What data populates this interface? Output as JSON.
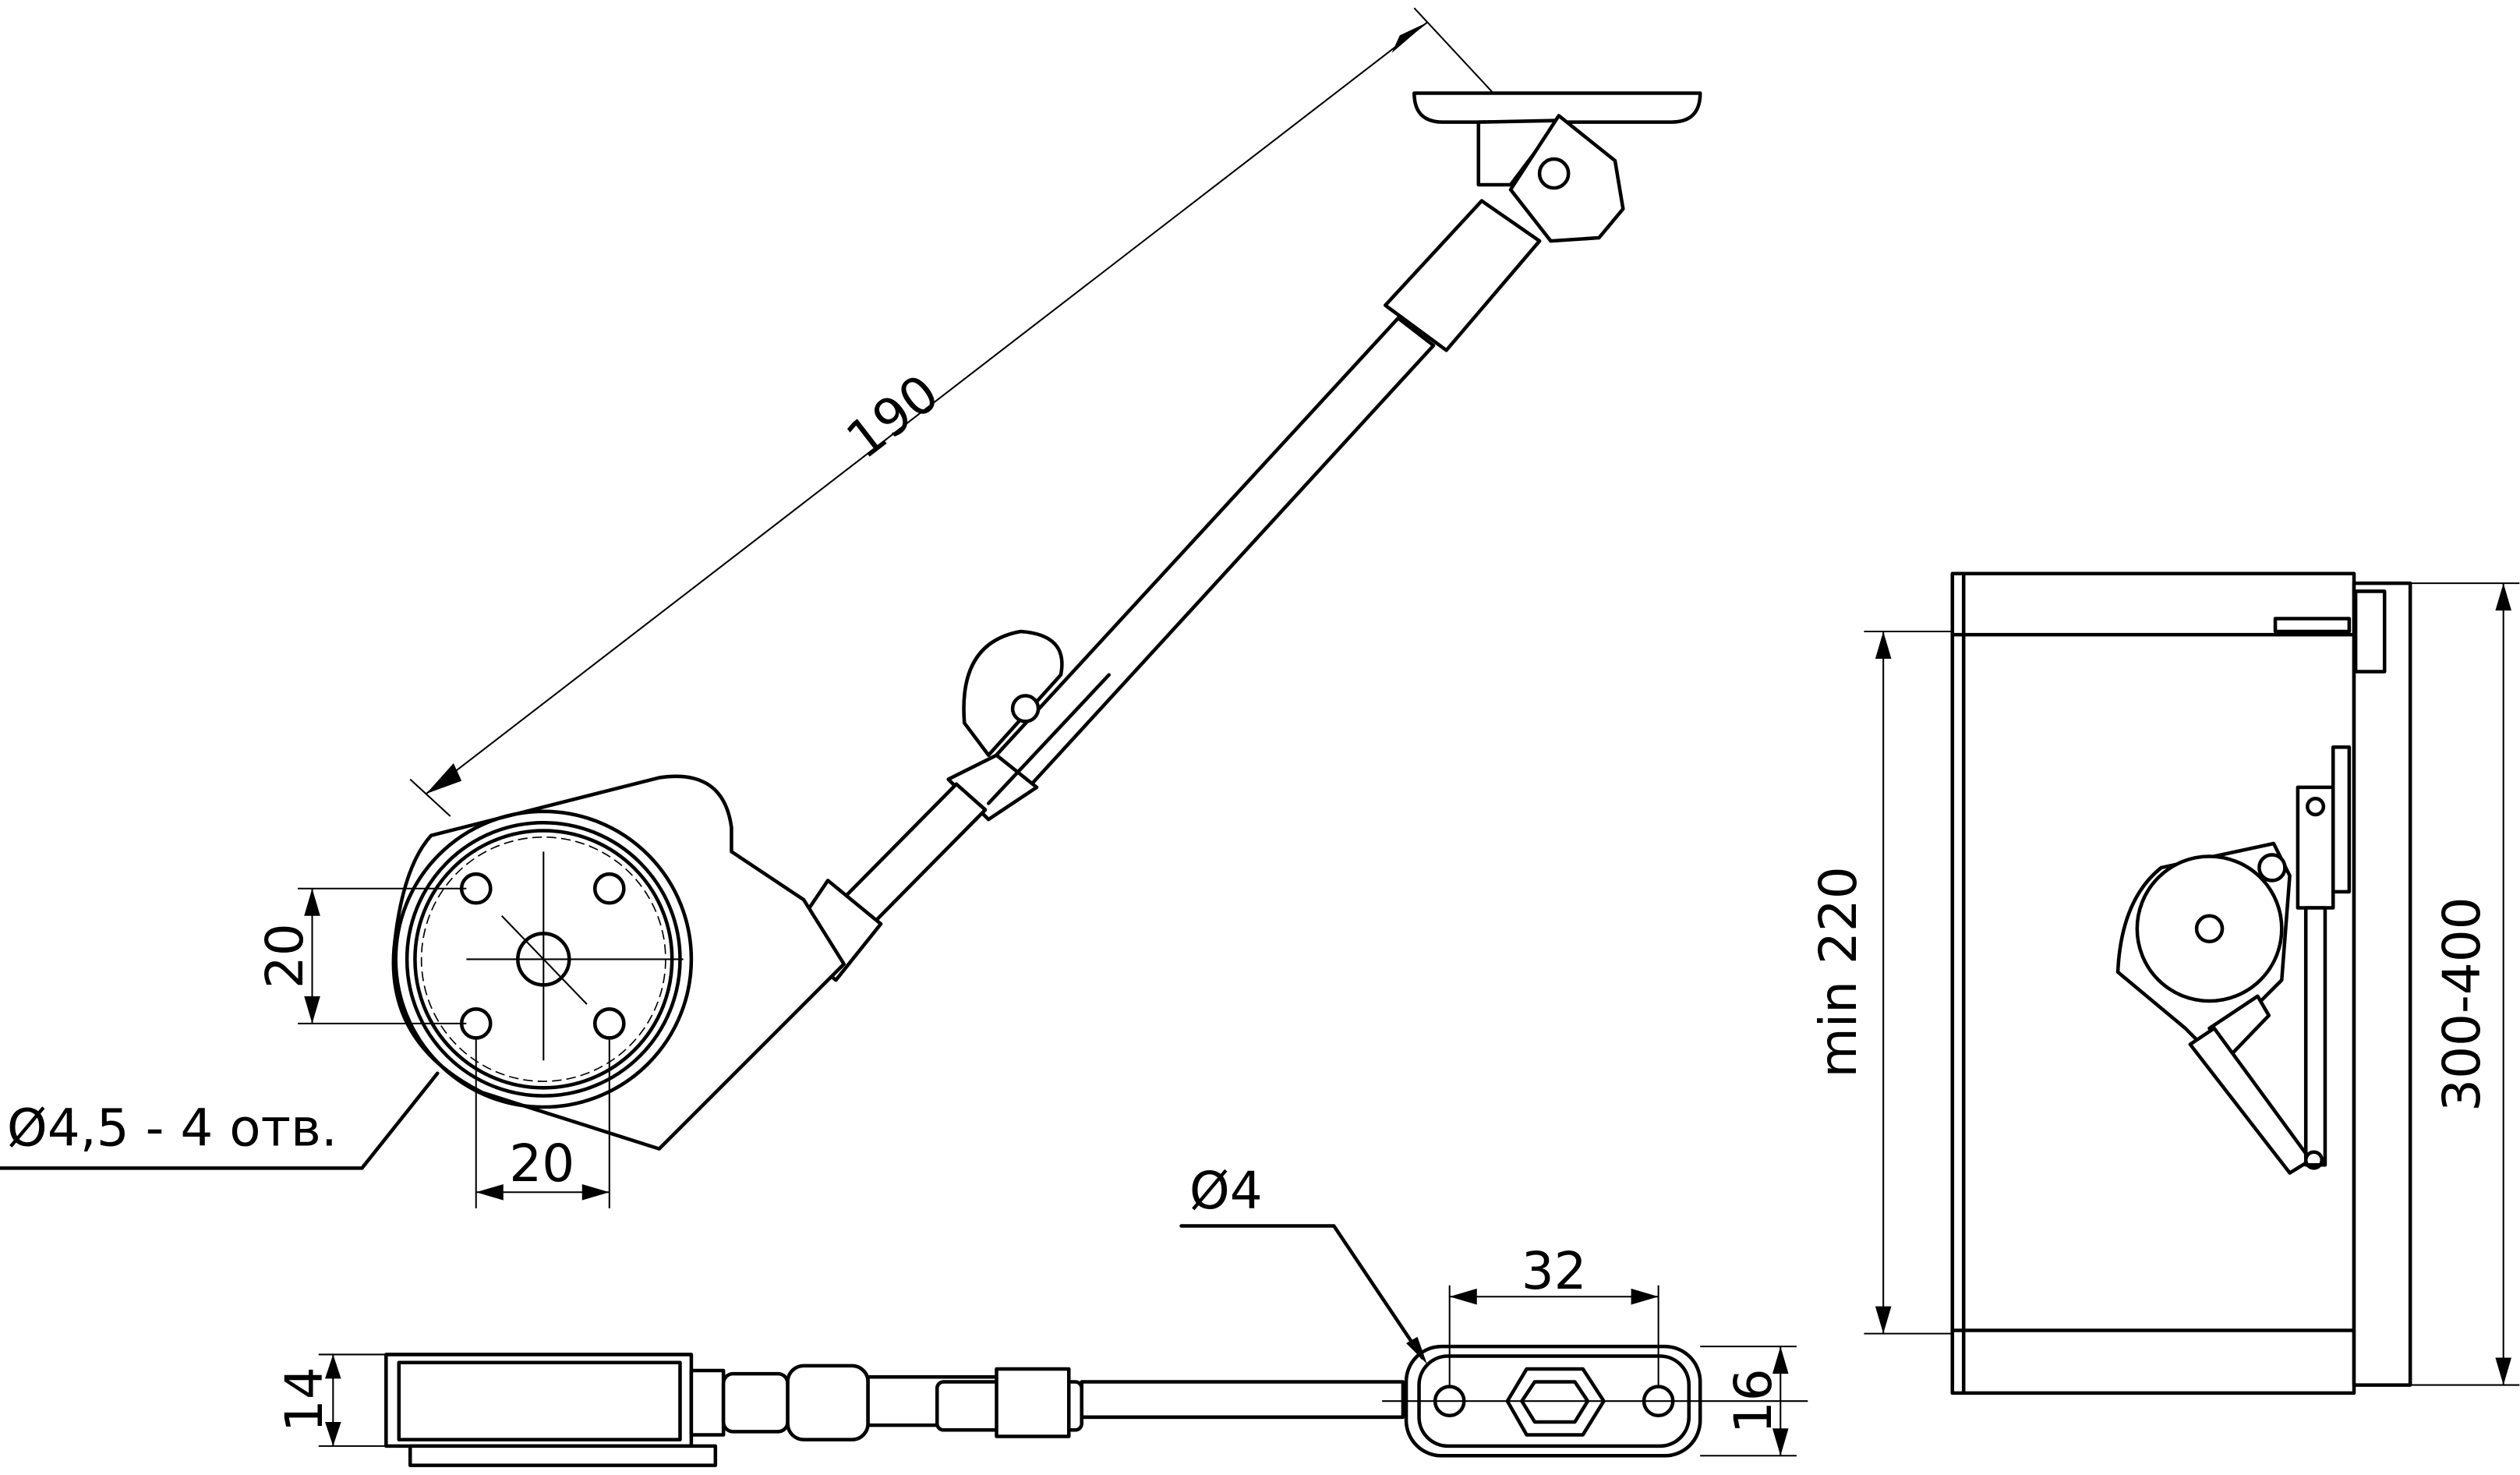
{
  "drawing": {
    "front_view": {
      "length_dim": "190",
      "hole_spacing_vertical": "20",
      "hole_spacing_horizontal": "20",
      "hole_note": "Ø4,5 - 4 отв."
    },
    "bottom_view": {
      "housing_height": "14",
      "plate_hole_note": "Ø4",
      "plate_hole_spacing": "32",
      "plate_width": "16"
    },
    "side_view": {
      "min_height": "min 220",
      "cabinet_height_range": "300-400"
    }
  }
}
